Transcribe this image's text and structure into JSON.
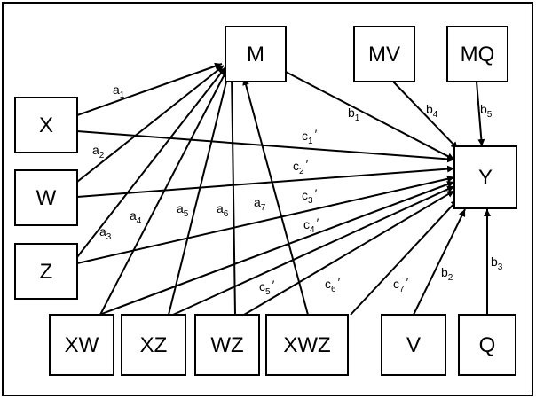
{
  "diagram": {
    "nodes": {
      "M": "M",
      "MV": "MV",
      "MQ": "MQ",
      "X": "X",
      "W": "W",
      "Z": "Z",
      "Y": "Y",
      "XW": "XW",
      "XZ": "XZ",
      "WZ": "WZ",
      "XWZ": "XWZ",
      "V": "V",
      "Q": "Q"
    },
    "edges": [
      {
        "from": "X",
        "to": "M",
        "label": "a",
        "sub": "1",
        "prime": ""
      },
      {
        "from": "W",
        "to": "M",
        "label": "a",
        "sub": "2",
        "prime": ""
      },
      {
        "from": "Z",
        "to": "M",
        "label": "a",
        "sub": "3",
        "prime": ""
      },
      {
        "from": "XW",
        "to": "M",
        "label": "a",
        "sub": "4",
        "prime": ""
      },
      {
        "from": "XZ",
        "to": "M",
        "label": "a",
        "sub": "5",
        "prime": ""
      },
      {
        "from": "WZ",
        "to": "M",
        "label": "a",
        "sub": "6",
        "prime": ""
      },
      {
        "from": "XWZ",
        "to": "M",
        "label": "a",
        "sub": "7",
        "prime": ""
      },
      {
        "from": "M",
        "to": "Y",
        "label": "b",
        "sub": "1",
        "prime": ""
      },
      {
        "from": "MV",
        "to": "Y",
        "label": "b",
        "sub": "4",
        "prime": ""
      },
      {
        "from": "MQ",
        "to": "Y",
        "label": "b",
        "sub": "5",
        "prime": ""
      },
      {
        "from": "V",
        "to": "Y",
        "label": "b",
        "sub": "2",
        "prime": ""
      },
      {
        "from": "Q",
        "to": "Y",
        "label": "b",
        "sub": "3",
        "prime": ""
      },
      {
        "from": "X",
        "to": "Y",
        "label": "c",
        "sub": "1",
        "prime": "′"
      },
      {
        "from": "W",
        "to": "Y",
        "label": "c",
        "sub": "2",
        "prime": "′"
      },
      {
        "from": "Z",
        "to": "Y",
        "label": "c",
        "sub": "3",
        "prime": "′"
      },
      {
        "from": "XW",
        "to": "Y",
        "label": "c",
        "sub": "4",
        "prime": "′"
      },
      {
        "from": "XZ",
        "to": "Y",
        "label": "c",
        "sub": "5",
        "prime": "′"
      },
      {
        "from": "WZ",
        "to": "Y",
        "label": "c",
        "sub": "6",
        "prime": "′"
      },
      {
        "from": "XWZ",
        "to": "Y",
        "label": "c",
        "sub": "7",
        "prime": "′"
      }
    ]
  },
  "colors": {
    "stroke": "#000000",
    "fill": "#ffffff"
  }
}
